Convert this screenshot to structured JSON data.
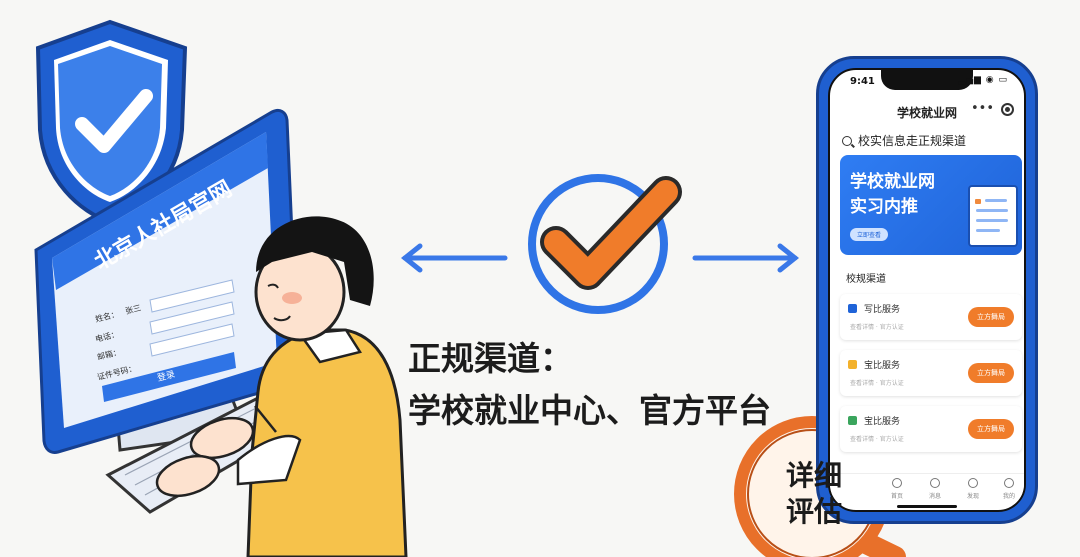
{
  "colors": {
    "brand_blue": "#1f63d8",
    "accent_orange": "#f07c2a",
    "shirt_yellow": "#f6c24b"
  },
  "computer_screen": {
    "site_title": "北京人社局官网",
    "form_labels": [
      "姓名：",
      "电话：",
      "邮箱：",
      "证件号码："
    ],
    "form_values": [
      "张三",
      "",
      "",
      ""
    ],
    "submit_label": "登录"
  },
  "center": {
    "icon": "check-badge-icon",
    "caption_line1": "正规渠道：",
    "caption_line2": "学校就业中心、官方平台"
  },
  "phone": {
    "status_time": "9:41",
    "app_title": "学校就业网",
    "search_text": "校实信息走正规渠道",
    "banner_line1": "学校就业网",
    "banner_line2": "实习内推",
    "banner_pill": "立即查看",
    "section_title": "校规渠道",
    "services": [
      {
        "name": "写比服务",
        "sub": "查看详情 · 官方认证",
        "button": "立方舞局",
        "icon_color": "#1f63d8"
      },
      {
        "name": "宝比服务",
        "sub": "查看详情 · 官方认证",
        "button": "立方舞局",
        "icon_color": "#f3b12b"
      },
      {
        "name": "宝比服务",
        "sub": "查看详情 · 官方认证",
        "button": "立方舞局",
        "icon_color": "#3aa55d"
      }
    ],
    "tabs": [
      "首页",
      "消息",
      "发现",
      "我的"
    ]
  },
  "magnifier_label": "详细\n评估"
}
